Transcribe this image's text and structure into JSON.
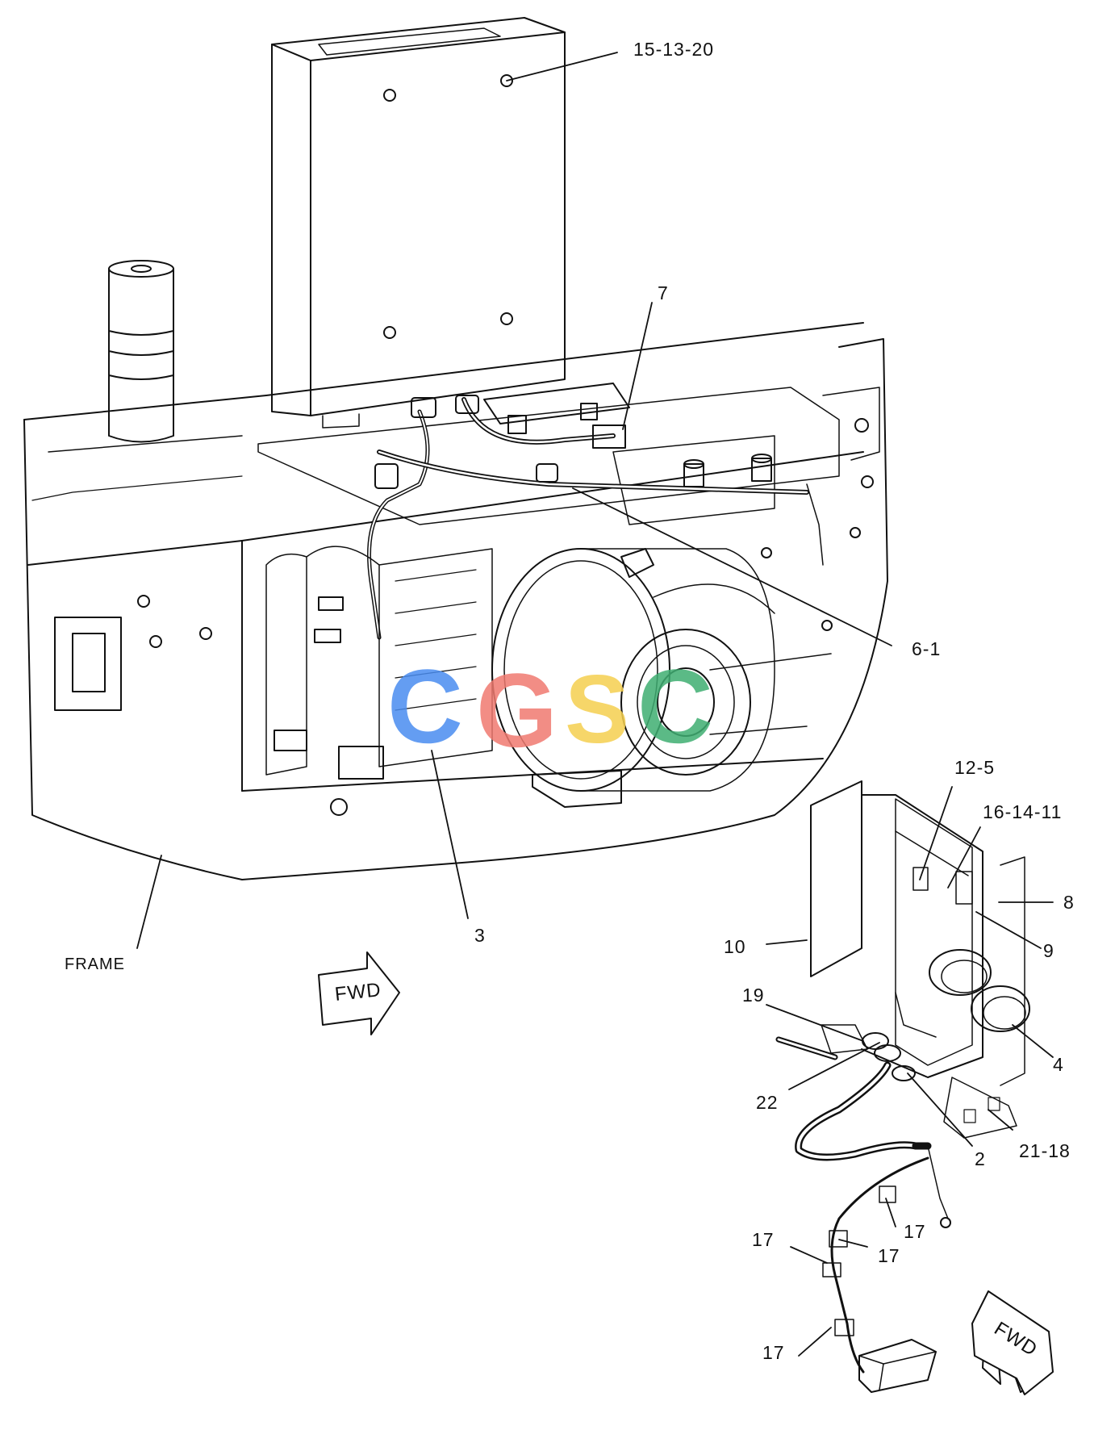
{
  "callouts": {
    "c_15_13_20": "15-13-20",
    "c_7": "7",
    "c_6_1": "6-1",
    "c_3": "3",
    "c_frame": "FRAME",
    "c_12_5": "12-5",
    "c_16_14_11": "16-14-11",
    "c_8": "8",
    "c_10": "10",
    "c_9": "9",
    "c_19": "19",
    "c_4": "4",
    "c_22": "22",
    "c_2": "2",
    "c_21_18": "21-18",
    "c_17a": "17",
    "c_17b": "17",
    "c_17c": "17",
    "c_17d": "17"
  },
  "arrows": {
    "fwd_main": "FWD",
    "fwd_detail": "FWD"
  },
  "watermark": {
    "letters": [
      "C",
      "G",
      "S",
      "C"
    ],
    "colors": [
      "#4a8df0",
      "#f07a70",
      "#f5d050",
      "#3fae72"
    ]
  }
}
